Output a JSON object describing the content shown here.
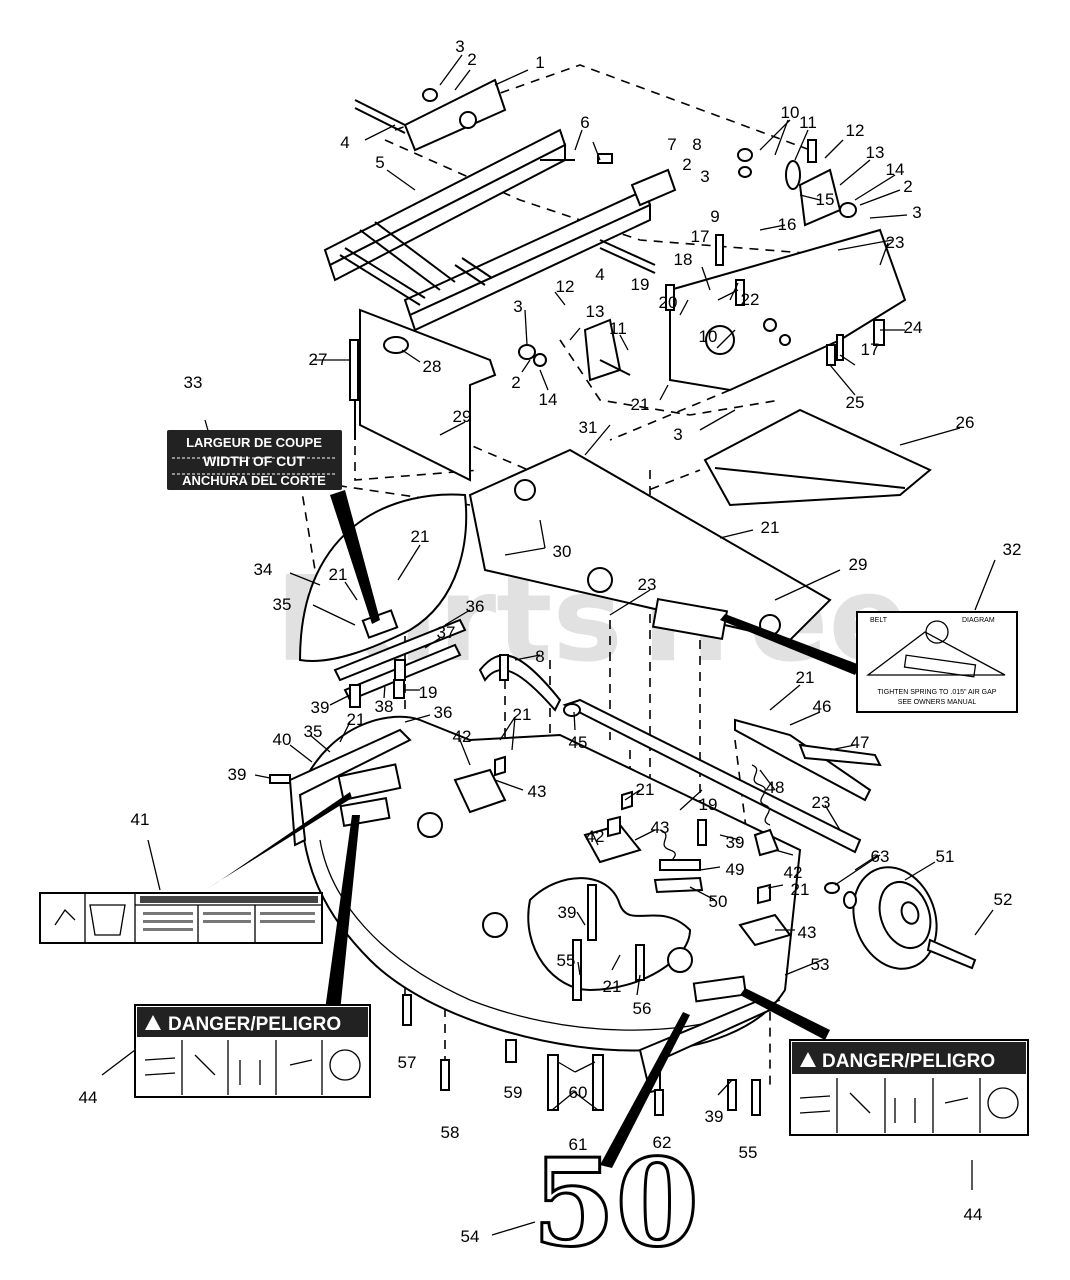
{
  "watermark": "PartsTree",
  "decals": {
    "width_of_cut": [
      "LARGEUR DE COUPE",
      "WIDTH OF CUT",
      "ANCHURA DEL CORTE"
    ],
    "belt_diagram": {
      "header_left": "BELT",
      "header_right": "DIAGRAM",
      "line1": "TIGHTEN SPRING TO .015\" AIR GAP",
      "line2": "SEE OWNERS MANUAL"
    },
    "danger_left": "DANGER/PELIGRO",
    "danger_right": "DANGER/PELIGRO",
    "cut_size": "50"
  },
  "callouts": [
    "1",
    "2",
    "3",
    "4",
    "5",
    "6",
    "7",
    "8",
    "9",
    "10",
    "11",
    "12",
    "13",
    "14",
    "15",
    "16",
    "17",
    "18",
    "19",
    "20",
    "21",
    "22",
    "23",
    "24",
    "25",
    "26",
    "27",
    "28",
    "29",
    "30",
    "31",
    "32",
    "33",
    "34",
    "35",
    "36",
    "37",
    "38",
    "39",
    "40",
    "41",
    "42",
    "43",
    "44",
    "45",
    "46",
    "47",
    "48",
    "49",
    "50",
    "51",
    "52",
    "53",
    "54",
    "55",
    "56",
    "57",
    "58",
    "59",
    "60",
    "61",
    "62",
    "63"
  ]
}
